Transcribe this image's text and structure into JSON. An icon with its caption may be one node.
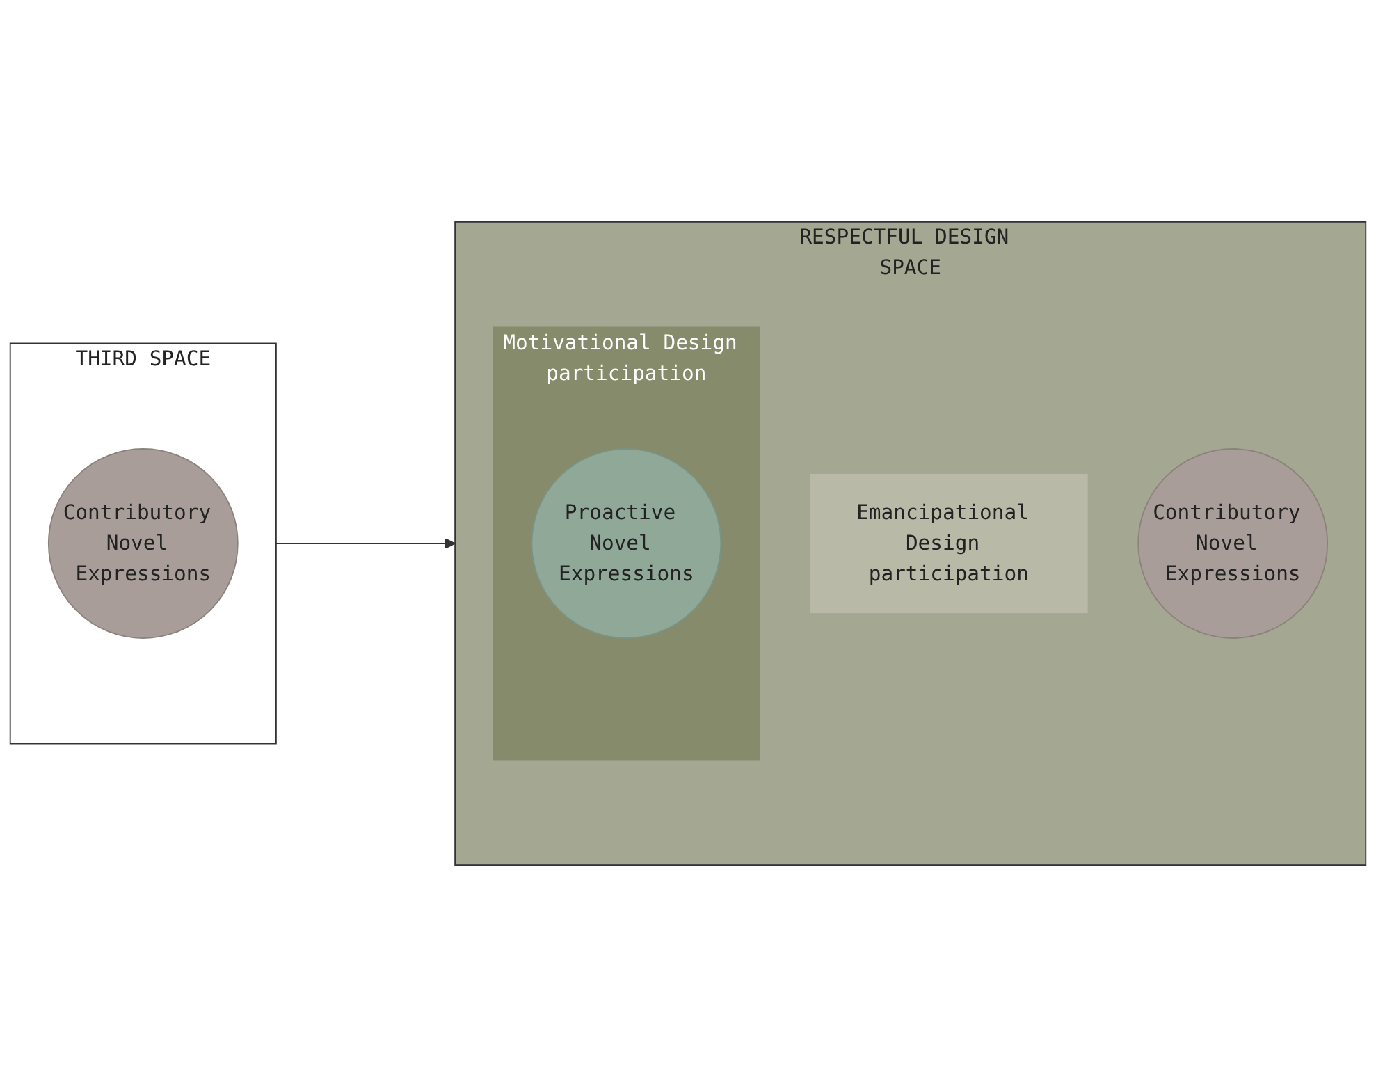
{
  "diagram": {
    "nodes": [
      {
        "text": [
          "THIRD SPACE"
        ]
      },
      {
        "text": [
          "Contributory Novel Expressions"
        ],
        "in": 0
      },
      {
        "text": [
          "RESPECTFUL DESIGN SPACE"
        ]
      },
      {
        "text": [
          "Emancipational Design participation"
        ],
        "in": 2
      },
      {
        "text": [
          "Motivational Design participation"
        ],
        "in": 2
      },
      {
        "text": [
          "Contributory Novel Expressions"
        ],
        "in": 2
      },
      {
        "text": [
          "Proactive Novel Expressions"
        ],
        "in": 4
      }
    ],
    "edges": [
      {
        "from": 0,
        "to": 2,
        "arrow": "to"
      }
    ]
  }
}
